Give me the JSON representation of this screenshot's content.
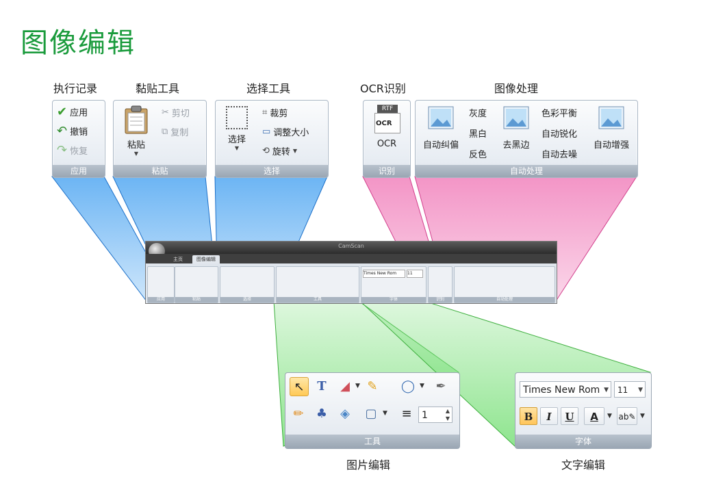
{
  "page_title": "图像编辑",
  "sections": {
    "exec_record": "执行记录",
    "paste_tools": "黏贴工具",
    "select_tools": "选择工具",
    "ocr": "OCR识别",
    "image_processing": "图像处理"
  },
  "group_apply": {
    "footer": "应用",
    "items": [
      "应用",
      "撤销",
      "恢复"
    ]
  },
  "group_paste": {
    "footer": "粘贴",
    "paste": "粘贴",
    "cut": "剪切",
    "copy": "复制"
  },
  "group_select": {
    "footer": "选择",
    "select": "选择",
    "crop": "裁剪",
    "resize": "调整大小",
    "rotate": "旋转"
  },
  "group_ocr": {
    "footer": "识别",
    "badge_rtf": "RTF",
    "badge_ocr": "OCR",
    "label": "OCR"
  },
  "group_auto": {
    "footer": "自动处理",
    "deskew": "自动纠偏",
    "gray": "灰度",
    "bw": "黑白",
    "invert": "反色",
    "remove_border": "去黑边",
    "color_balance": "色彩平衡",
    "auto_sharpen": "自动锐化",
    "auto_despeckle": "自动去噪",
    "auto_enhance": "自动增强"
  },
  "mini_app": {
    "title": "CamScan",
    "tabs": [
      "主页",
      "图像编辑"
    ],
    "groups": [
      "应用",
      "粘贴",
      "选择",
      "工具",
      "字体",
      "识别",
      "自动处理"
    ],
    "font_name": "Times New Rom",
    "font_size": "11"
  },
  "zoom_tools": {
    "footer": "工具",
    "line_width": "1",
    "caption": "图片编辑"
  },
  "zoom_font": {
    "footer": "字体",
    "font_name": "Times New Rom",
    "font_size": "11",
    "bold": "B",
    "italic": "I",
    "underline": "U",
    "font_color": "A",
    "caption": "文字编辑"
  },
  "colors": {
    "title_green": "#1a9b3c",
    "beam_blue": "#3b9cf0",
    "beam_pink": "#f07ab8",
    "beam_green": "#7be07b"
  }
}
